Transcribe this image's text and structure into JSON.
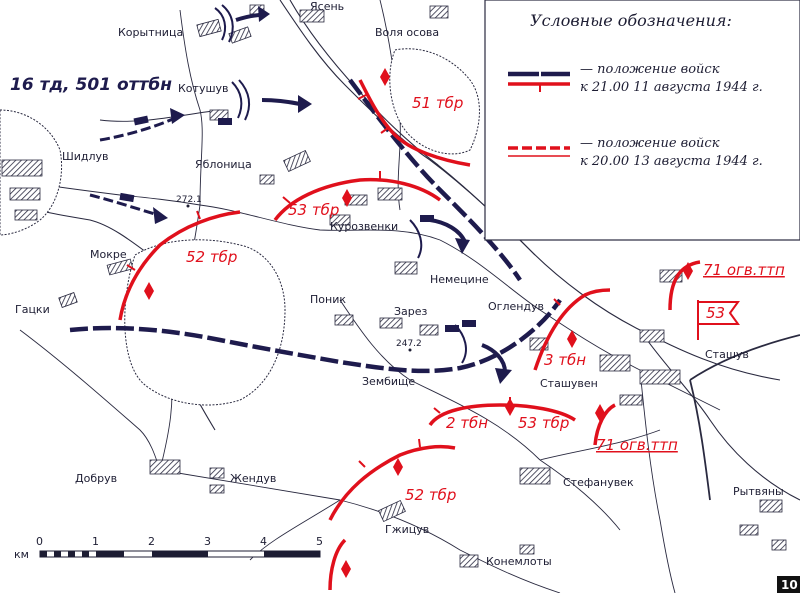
{
  "legend": {
    "title": "Условные обозначения:",
    "items": [
      {
        "text_line1": "— положение войск",
        "text_line2": "к 21.00 11 августа 1944 г."
      },
      {
        "text_line1": "— положение войск",
        "text_line2": "к 20.00 13 августа 1944 г."
      }
    ]
  },
  "places": {
    "korytnica": "Корытница",
    "yasen": "Ясень",
    "volya_osova": "Воля осова",
    "kotushuv": "Котушув",
    "shidluv": "Шидлув",
    "yablonica": "Яблоница",
    "kurozvenki": "Курозвенки",
    "mokre": "Мокре",
    "nemecine": "Немецине",
    "gacki": "Гацки",
    "ponik": "Поник",
    "zarez": "Зарез",
    "oglenduv": "Оглендув",
    "zembishe": "Зембище",
    "stashuv": "Сташув",
    "stashuven": "Сташувен",
    "dobruv": "Добрув",
    "zhenduv": "Жендув",
    "stefanuvek": "Стефанувек",
    "gzhicuv": "Гжицув",
    "konemloty": "Конемлоты",
    "rytvany": "Рытвяны"
  },
  "elevations": {
    "h1": "272.1",
    "h2": "247.2"
  },
  "units": {
    "blue_main": "16 тд, 501 оттбн",
    "tbr51": "51 тбр",
    "tbr53_north": "53 тбр",
    "tbr52_west": "52 тбр",
    "ogvttp71_east": "71 огв.ттп",
    "tb3": "3 тбн",
    "tb2": "2 тбн",
    "tbr53_south": "53 тбр",
    "ogvttp71_south": "71 огв.ттп",
    "tbr52_south": "52 тбр",
    "flag53": "53"
  },
  "scale": {
    "unit": "км",
    "ticks": [
      "0",
      "1",
      "2",
      "3",
      "4",
      "5"
    ]
  },
  "page_number": "10",
  "colors": {
    "red": "#e0101c",
    "blue": "#1e1b4d",
    "line": "#2a2a40",
    "land": "#ffffff"
  }
}
